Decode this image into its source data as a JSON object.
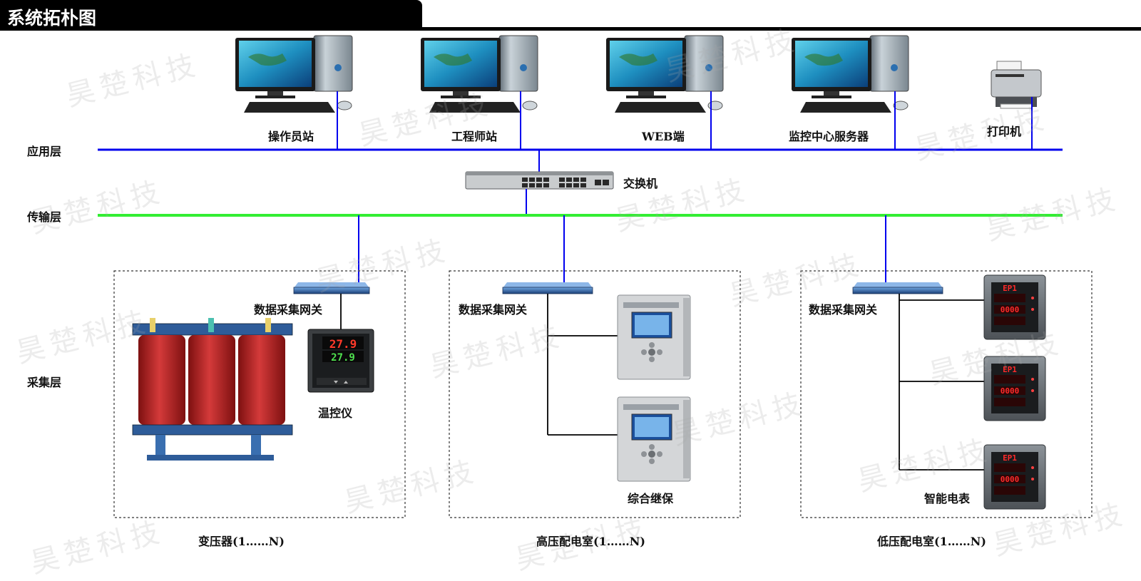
{
  "header": {
    "title": "系统拓朴图"
  },
  "layers": {
    "app": "应用层",
    "transport": "传输层",
    "collect": "采集层"
  },
  "devices": {
    "pc1": "操作员站",
    "pc2": "工程师站",
    "pc3": "WEB端",
    "pc4": "监控中心服务器",
    "printer": "打印机",
    "switch": "交换机"
  },
  "groups": {
    "g1": {
      "gateway": "数据采集网关",
      "device": "温控仪",
      "caption": "变压器(1……N)"
    },
    "g2": {
      "gateway": "数据采集网关",
      "device": "综合继保",
      "caption": "高压配电室(1……N)"
    },
    "g3": {
      "gateway": "数据采集网关",
      "device": "智能电表",
      "caption": "低压配电室(1……N)"
    }
  },
  "displays": {
    "temp_top": "27.9",
    "temp_bottom": "27.9",
    "meter_code": "EP1",
    "meter_value": "0000"
  },
  "watermark": "昊楚科技",
  "colors": {
    "app_bus": "#0000ee",
    "transport_bus": "#33ee33",
    "transformer_red": "#b81d1d",
    "relay_gray": "#d4d6d8"
  }
}
